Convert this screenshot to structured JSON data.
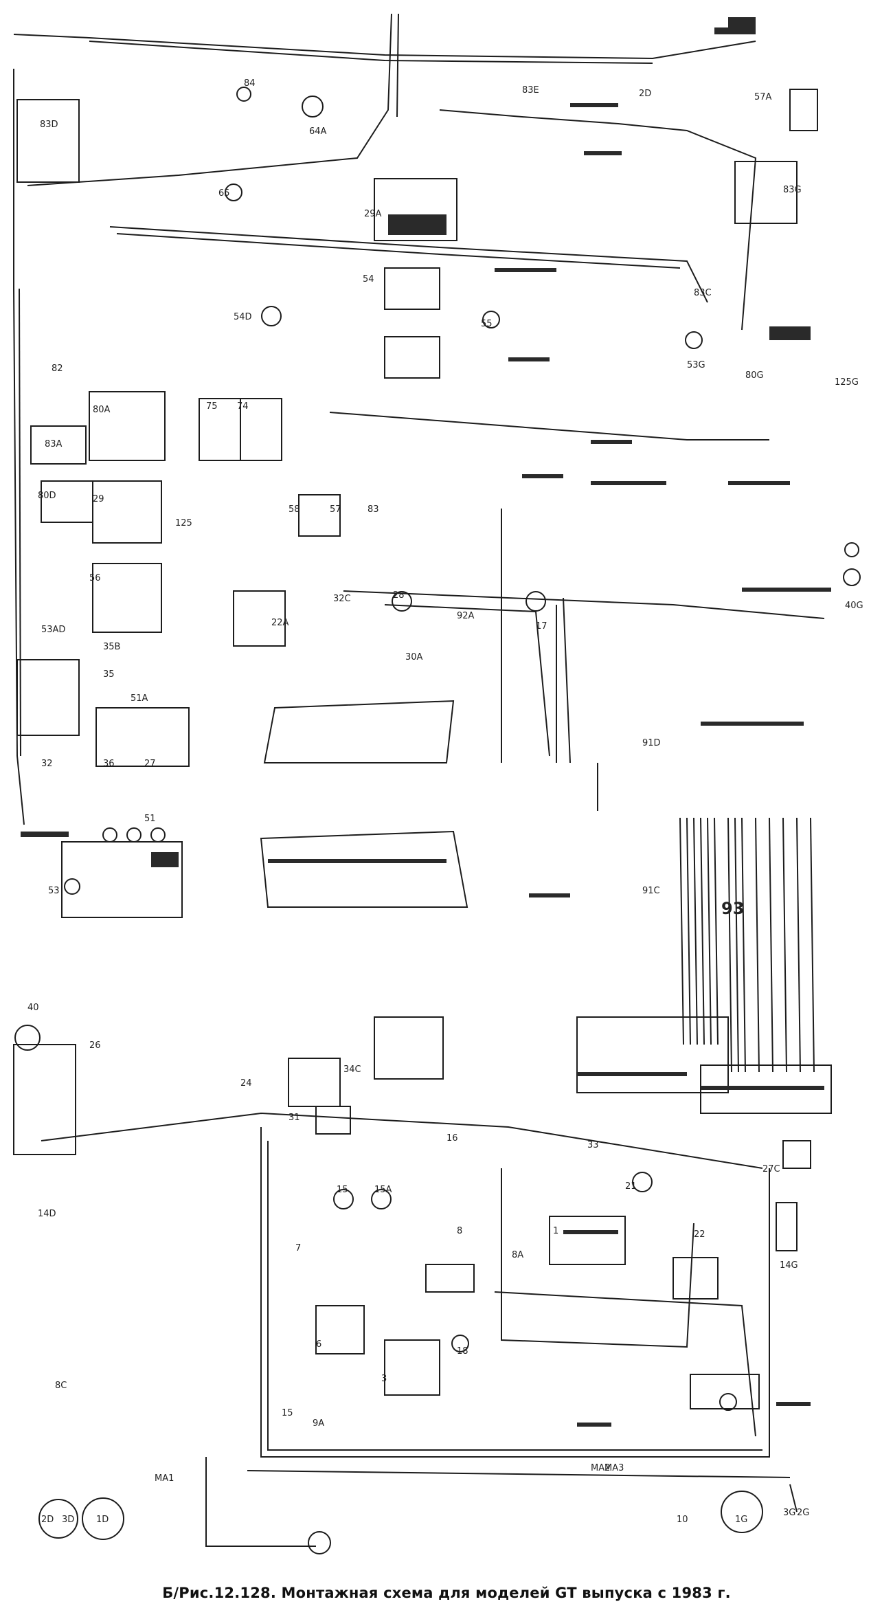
{
  "caption": {
    "prefix": "Б/Рис.12.128.",
    "text": "Монтажная схема для моделей GT выпуска с 1983 г."
  },
  "page_number": "93",
  "component_labels": [
    "84",
    "64A",
    "65",
    "83D",
    "83E",
    "2D",
    "57A",
    "29A",
    "83G",
    "83C",
    "54",
    "54D",
    "55",
    "53G",
    "80G",
    "125G",
    "82",
    "80A",
    "74",
    "75",
    "83A",
    "80D",
    "29",
    "125",
    "57",
    "58",
    "83",
    "28",
    "30A",
    "32C",
    "22A",
    "56",
    "53AD",
    "35B",
    "35",
    "51A",
    "32",
    "36",
    "27",
    "51",
    "53",
    "92A",
    "17",
    "40",
    "40G",
    "91D",
    "91C",
    "26",
    "24",
    "31",
    "34C",
    "16",
    "33",
    "27C",
    "14D",
    "15",
    "15A",
    "7",
    "3",
    "6",
    "8",
    "8A",
    "1",
    "21",
    "22",
    "14G",
    "18",
    "15",
    "9A",
    "8C",
    "2D",
    "3D",
    "1D",
    "1G",
    "3G",
    "2G",
    "10",
    "MA1",
    "MA2",
    "MA3"
  ],
  "colors": {
    "ink": "#1c1c1c",
    "paper": "#ffffff",
    "shade": "#2a2a2a"
  }
}
